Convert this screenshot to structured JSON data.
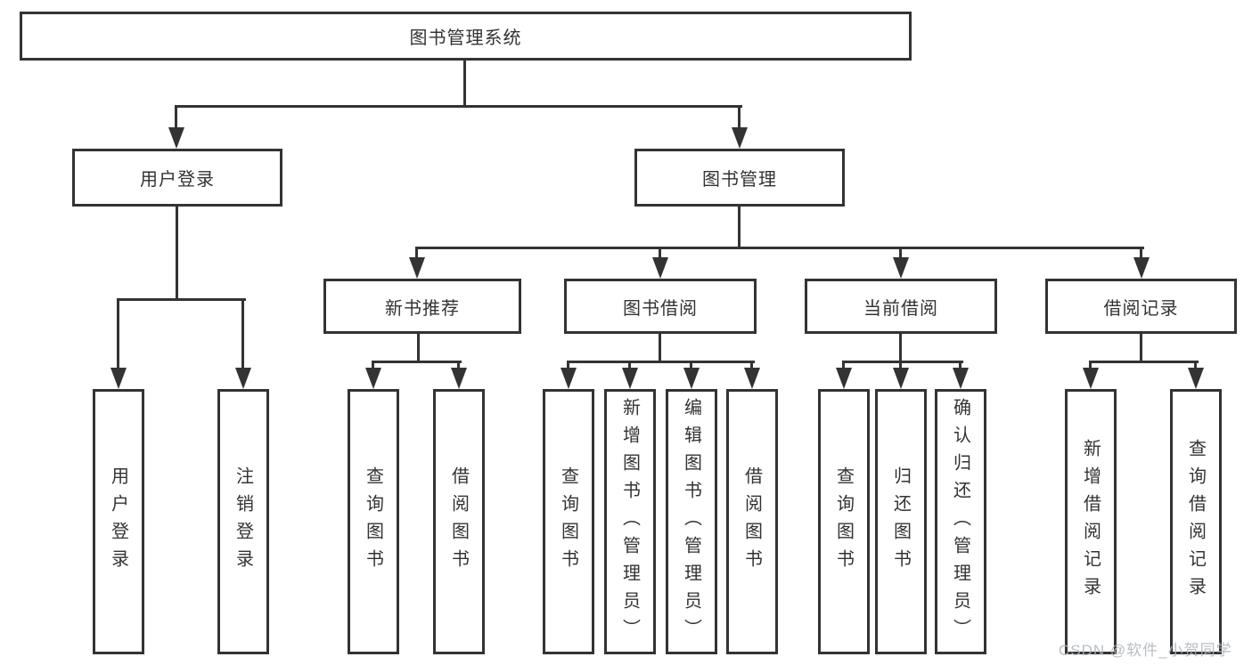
{
  "diagram": {
    "type": "hierarchy-tree",
    "line_color": "#333333",
    "box_border_color": "#333333",
    "background_color": "#ffffff"
  },
  "tree": {
    "label": "图书管理系统",
    "children": [
      {
        "label": "用户登录",
        "children": [
          {
            "label": "用户登录"
          },
          {
            "label": "注销登录"
          }
        ]
      },
      {
        "label": "图书管理",
        "children": [
          {
            "label": "新书推荐",
            "children": [
              {
                "label": "查询图书"
              },
              {
                "label": "借阅图书"
              }
            ]
          },
          {
            "label": "图书借阅",
            "children": [
              {
                "label": "查询图书"
              },
              {
                "label": "新增图书（管理员）"
              },
              {
                "label": "编辑图书（管理员）"
              },
              {
                "label": "借阅图书"
              }
            ]
          },
          {
            "label": "当前借阅",
            "children": [
              {
                "label": "查询图书"
              },
              {
                "label": "归还图书"
              },
              {
                "label": "确认归还（管理员）"
              }
            ]
          },
          {
            "label": "借阅记录",
            "children": [
              {
                "label": "新增借阅记录"
              },
              {
                "label": "查询借阅记录"
              }
            ]
          }
        ]
      }
    ]
  },
  "watermark": {
    "text": "CSDN @软件_小贺同学",
    "color": "#b2b7bd"
  }
}
